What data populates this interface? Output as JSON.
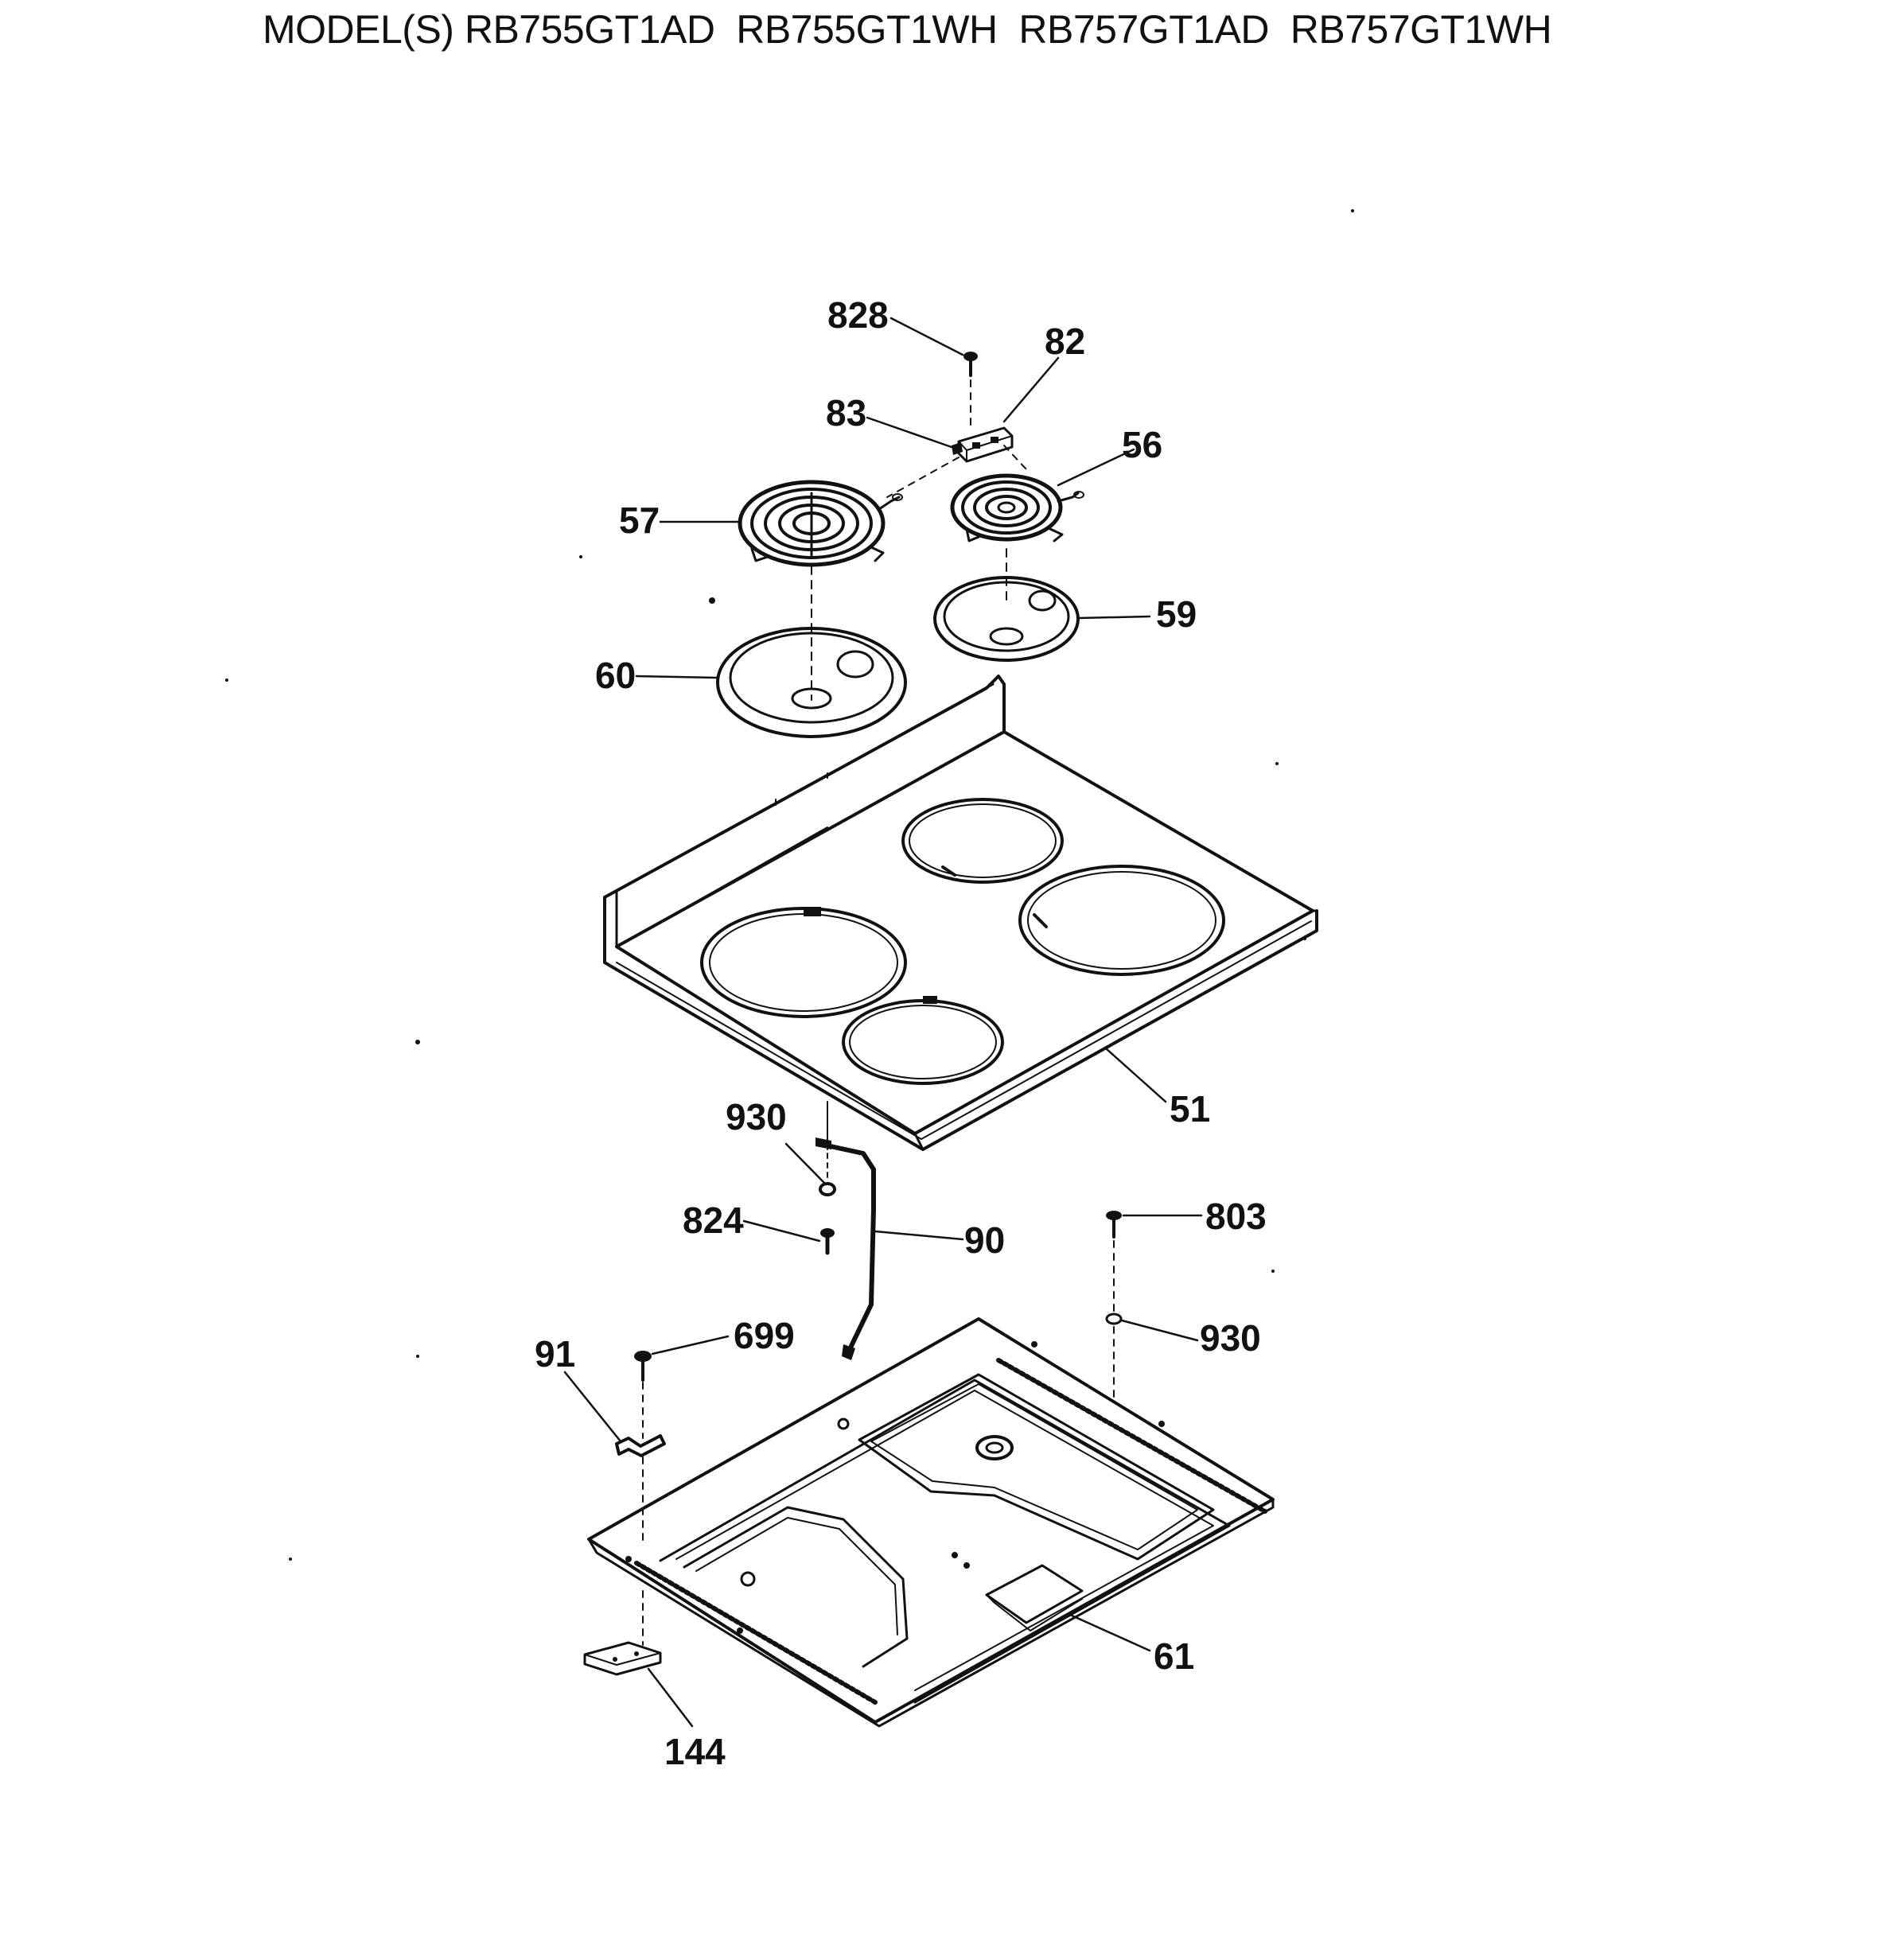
{
  "header": {
    "title": "MODEL(S) RB755GT1AD  RB755GT1WH  RB757GT1AD  RB757GT1WH"
  },
  "callouts": {
    "c828": "828",
    "c82": "82",
    "c83": "83",
    "c56": "56",
    "c57": "57",
    "c59": "59",
    "c60": "60",
    "c51": "51",
    "c930a": "930",
    "c824": "824",
    "c90": "90",
    "c803": "803",
    "c930b": "930",
    "c91": "91",
    "c699": "699",
    "c61": "61",
    "c144": "144"
  },
  "colors": {
    "ink": "#111111",
    "background": "#ffffff"
  }
}
